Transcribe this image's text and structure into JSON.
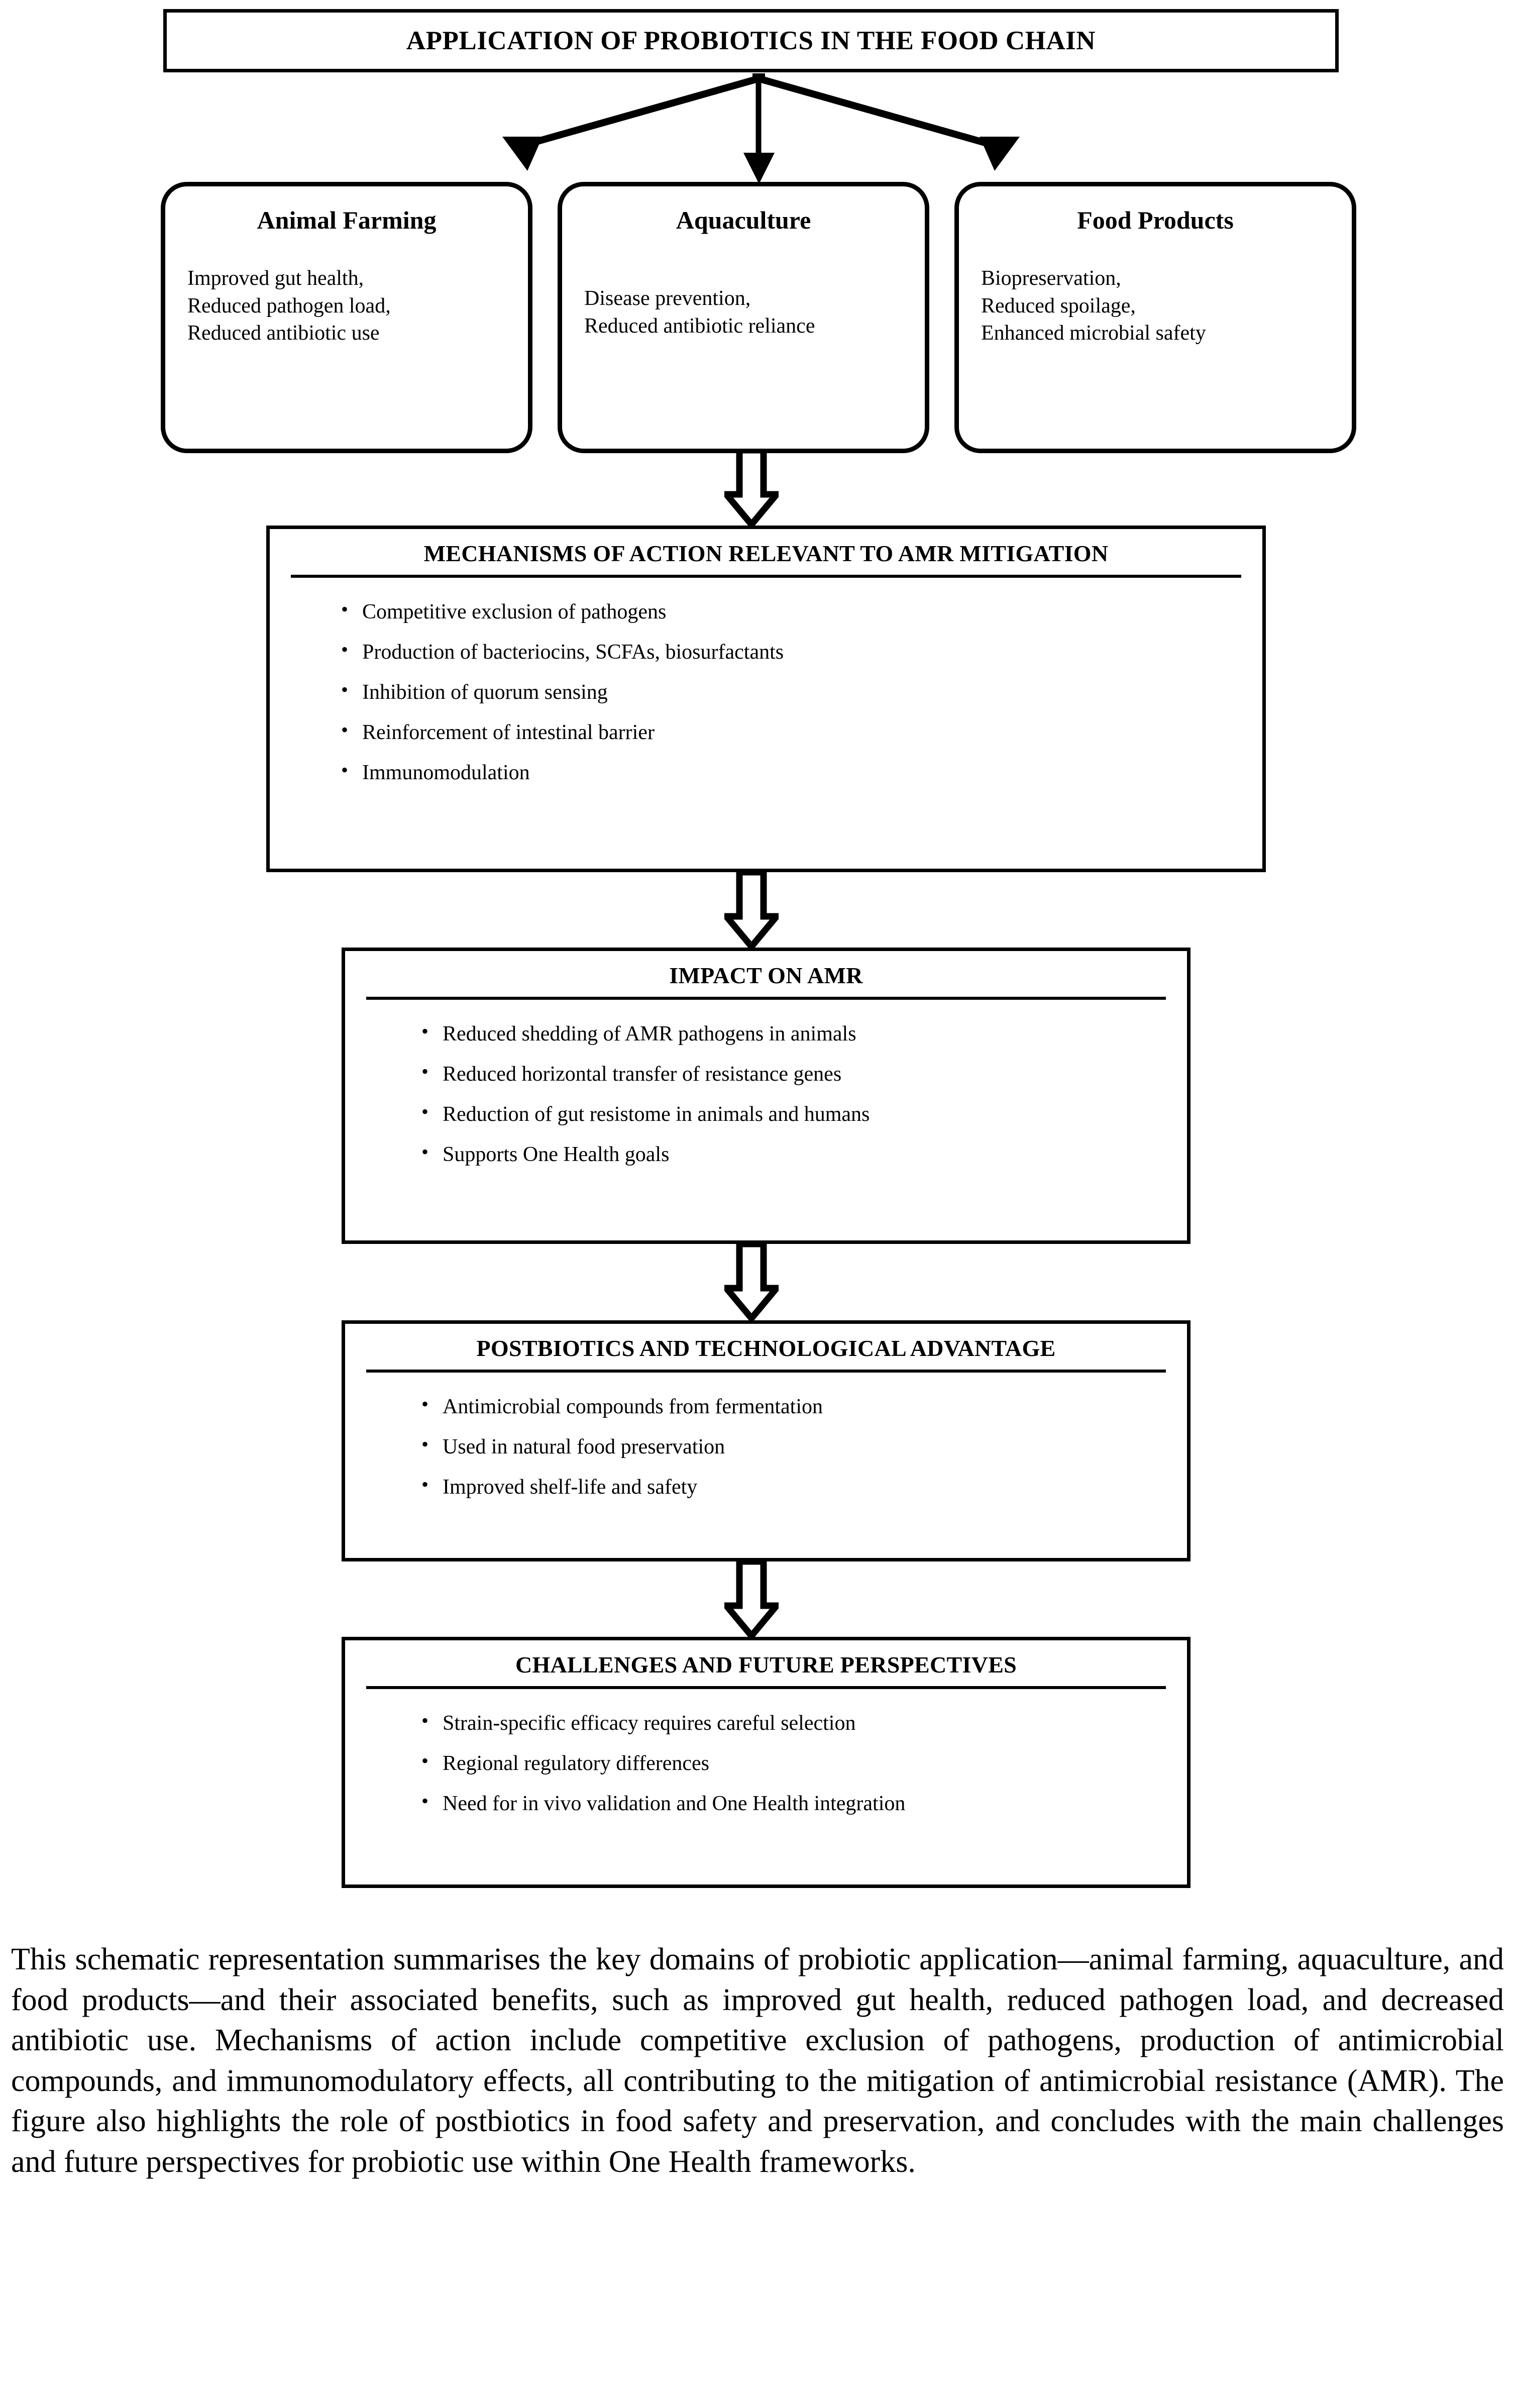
{
  "figure": {
    "title": "APPLICATION OF PROBIOTICS IN THE FOOD CHAIN",
    "domains": [
      {
        "name": "Animal Farming",
        "benefits": "Improved gut health,\nReduced pathogen load,\nReduced antibiotic use"
      },
      {
        "name": "Aquaculture",
        "benefits": "Disease prevention,\nReduced antibiotic reliance"
      },
      {
        "name": "Food Products",
        "benefits": "Biopreservation,\nReduced spoilage,\nEnhanced microbial safety"
      }
    ],
    "sections": [
      {
        "heading": "MECHANISMS OF ACTION RELEVANT TO AMR MITIGATION",
        "items": [
          "Competitive exclusion of pathogens",
          "Production of bacteriocins, SCFAs, biosurfactants",
          "Inhibition of quorum sensing",
          "Reinforcement of intestinal barrier",
          "Immunomodulation"
        ]
      },
      {
        "heading": "IMPACT ON AMR",
        "items": [
          "Reduced shedding of AMR pathogens in animals",
          "Reduced horizontal transfer of resistance genes",
          "Reduction of gut resistome in animals and humans",
          "Supports One Health goals"
        ]
      },
      {
        "heading": "POSTBIOTICS AND TECHNOLOGICAL ADVANTAGE",
        "items": [
          "Antimicrobial compounds from fermentation",
          "Used in natural food preservation",
          "Improved shelf-life and safety"
        ]
      },
      {
        "heading": "CHALLENGES AND FUTURE PERSPECTIVES",
        "items": [
          "Strain-specific efficacy requires careful selection",
          "Regional regulatory differences",
          "Need for in vivo validation and One Health integration"
        ]
      }
    ]
  },
  "caption": {
    "text": "This schematic representation summarises the key domains of probiotic application—animal farming, aquaculture, and food products—and their associated benefits, such as improved gut health, reduced pathogen load, and decreased antibiotic use. Mechanisms of action include competitive exclusion of pathogens, production of antimicrobial compounds, and immunomodulatory effects, all contributing to the mitigation of antimicrobial resistance (AMR). The figure also highlights the role of postbiotics in food safety and preservation, and concludes with the main challenges and future perspectives for probiotic use within One Health frameworks."
  },
  "colors": {
    "line": "#000000",
    "background": "#ffffff"
  }
}
